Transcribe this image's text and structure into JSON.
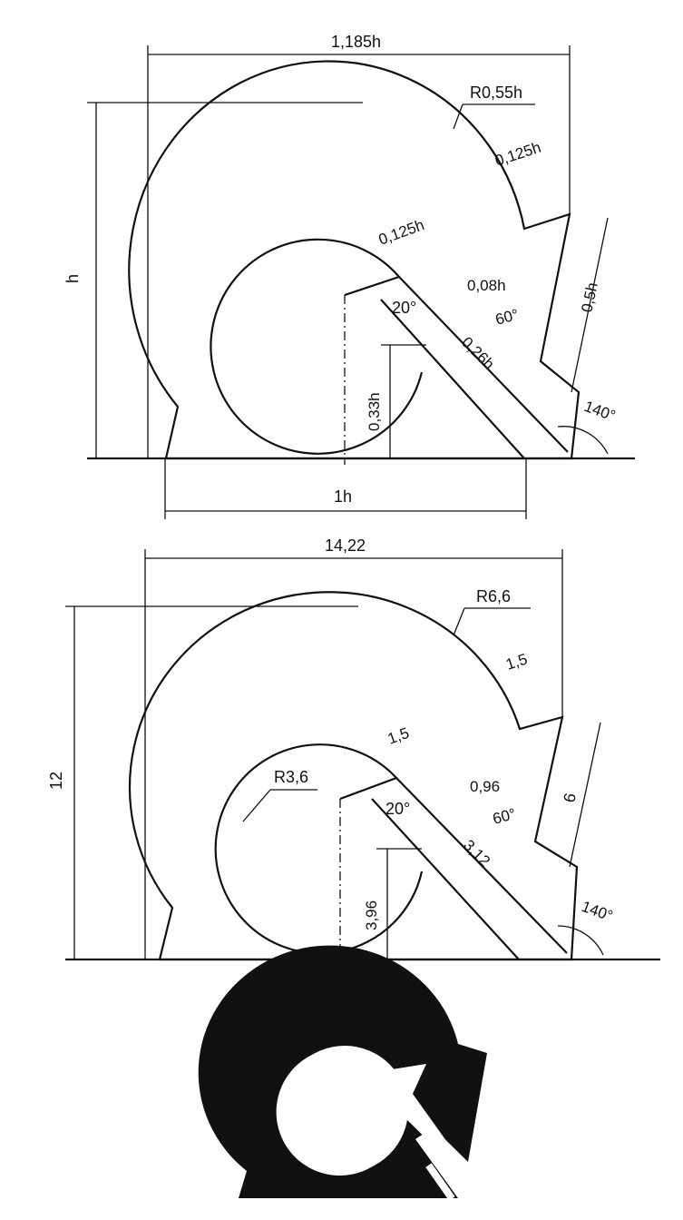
{
  "drawing_1": {
    "overall_width": "1,185h",
    "outer_radius": "R0,55h",
    "mouth_width": "0,125h",
    "notch_width": "0,125h",
    "height": "h",
    "angle_20": "20°",
    "gap": "0,08h",
    "angle_60": "60°",
    "height_0_5": "0,5h",
    "slot_length": "0,26h",
    "center_height": "0,33h",
    "angle_140": "140°",
    "base_width": "1h"
  },
  "drawing_2": {
    "overall_width": "14,22",
    "outer_radius": "R6,6",
    "mouth_width": "1,5",
    "notch_width": "1,5",
    "inner_radius": "R3,6",
    "height": "12",
    "angle_20": "20°",
    "gap": "0,96",
    "angle_60": "60°",
    "height_6": "6",
    "slot_length": "3,12",
    "center_height": "3,96",
    "angle_140": "140°"
  },
  "colors": {
    "ink": "#111111",
    "paper": "#ffffff"
  }
}
